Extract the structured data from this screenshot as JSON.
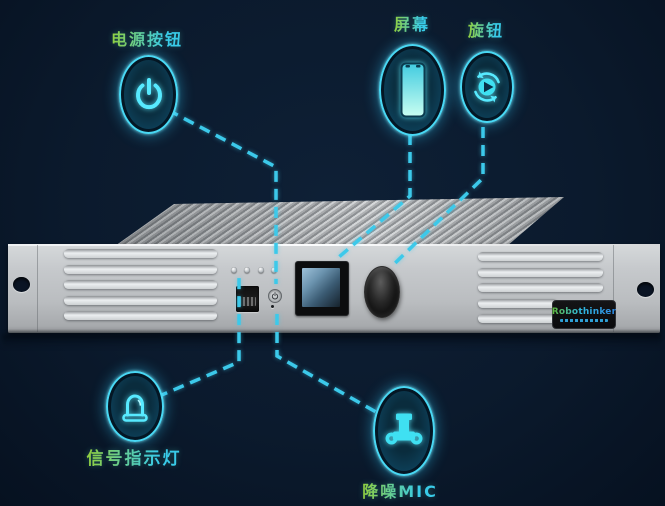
{
  "callouts": {
    "power": {
      "label": "电源按钮",
      "icon": "power-icon"
    },
    "screen": {
      "label": "屏幕",
      "icon": "phone-screen-icon"
    },
    "knob": {
      "label": "旋钮",
      "icon": "rotate-knob-icon"
    },
    "signal": {
      "label": "信号指示灯",
      "icon": "signal-lamp-icon"
    },
    "mic": {
      "label": "降噪MIC",
      "icon": "noise-cancel-mic-icon"
    }
  },
  "device": {
    "logo_text": "Robothinker"
  },
  "colors": {
    "background": "#0b1a2d",
    "accent_cyan": "#3cc9ea",
    "label_gradient_start": "#92cf3e",
    "label_gradient_end": "#39cbe8",
    "panel_silver": "#c0c3c6",
    "screen_blue": "#6c94af"
  }
}
